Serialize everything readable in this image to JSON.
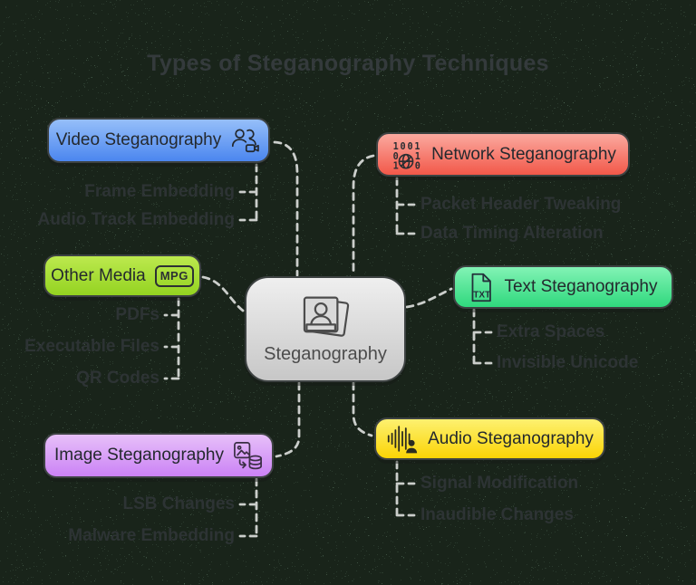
{
  "title": "Types of Steganography Techniques",
  "center": {
    "label": "Steganography",
    "icon": "photo-portrait-stack-icon"
  },
  "branches": {
    "video": {
      "label": "Video Steganography",
      "icon": "users-video-camera-icon",
      "color_top": "#96bff9",
      "color_bottom": "#4b86ef",
      "children": [
        "Frame Embedding",
        "Audio Track Embedding"
      ]
    },
    "network": {
      "label": "Network Steganography",
      "icon": "binary-globe-icon",
      "color_top": "#fba99f",
      "color_bottom": "#f25849",
      "icon_rows": [
        "1001",
        "01",
        "10"
      ],
      "children": [
        "Packet Header Tweaking",
        "Data Timing Alteration"
      ]
    },
    "other": {
      "label": "Other Media",
      "icon": "mpg-file-badge-icon",
      "icon_label": "MPG",
      "color_top": "#bce94e",
      "color_bottom": "#94d321",
      "children": [
        "PDFs",
        "Executable Files",
        "QR Codes"
      ]
    },
    "text": {
      "label": "Text Steganography",
      "icon": "txt-document-icon",
      "icon_label": "TXT",
      "color_top": "#82f3b5",
      "color_bottom": "#2fd87d",
      "children": [
        "Extra Spaces",
        "Invisible Unicode"
      ]
    },
    "image": {
      "label": "Image Steganography",
      "icon": "image-to-database-icon",
      "color_top": "#e7c0f9",
      "color_bottom": "#cb82f5",
      "children": [
        "LSB Changes",
        "Malware Embedding"
      ]
    },
    "audio": {
      "label": "Audio Steganography",
      "icon": "waveform-person-icon",
      "color_top": "#fdf170",
      "color_bottom": "#fbd405",
      "children": [
        "Signal Modification",
        "Inaudible Changes"
      ]
    }
  },
  "colors": {
    "background": "#5e7b66",
    "noise_speckle": "#0d120d",
    "connector": "#cbcecb",
    "title_text": "#3a3f44",
    "child_text": "#33383c",
    "node_border": "#3d4242",
    "center_top": "#efefef",
    "center_bottom": "#c7c7c7"
  }
}
